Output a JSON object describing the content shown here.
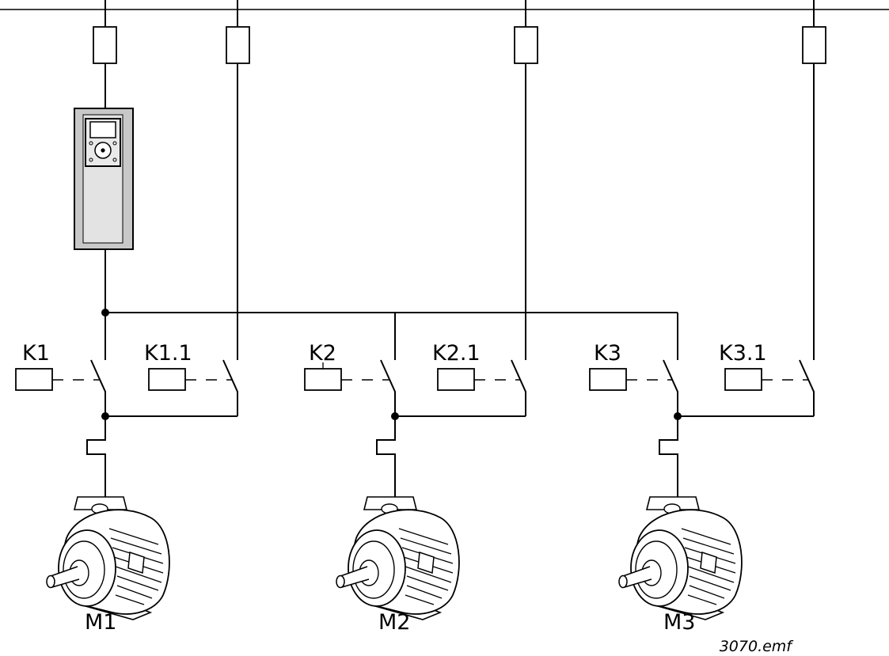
{
  "contactors": [
    {
      "id": "K1",
      "label": "K1"
    },
    {
      "id": "K1.1",
      "label": "K1.1"
    },
    {
      "id": "K2",
      "label": "K2"
    },
    {
      "id": "K2.1",
      "label": "K2.1"
    },
    {
      "id": "K3",
      "label": "K3"
    },
    {
      "id": "K3.1",
      "label": "K3.1"
    }
  ],
  "motors": [
    {
      "id": "M1",
      "label": "M1"
    },
    {
      "id": "M2",
      "label": "M2"
    },
    {
      "id": "M3",
      "label": "M3"
    }
  ],
  "file_name": "3070.emf"
}
